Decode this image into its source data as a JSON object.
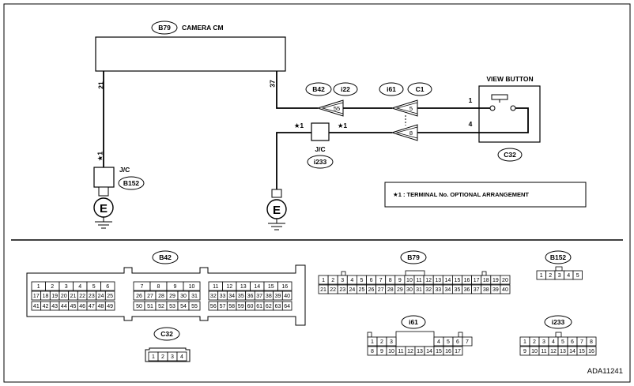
{
  "labels": {
    "camera_conn_id": "B79",
    "camera_name": "CAMERA CM",
    "wire_21": "21",
    "wire_37": "37",
    "b42_id": "B42",
    "i22_id": "i22",
    "i61_id": "i61",
    "c1_id": "C1",
    "view_button": "VIEW BUTTON",
    "vb_pin1": "1",
    "vb_pin4": "4",
    "c32_id": "C32",
    "tri_55": "55",
    "tri_5": "5",
    "tri_8": "8",
    "star1": "★1",
    "jc_left": "J/C",
    "b152_id": "B152",
    "jc_mid": "J/C",
    "i233_id": "i233",
    "ground": "E",
    "legend": "★1 : TERMINAL No. OPTIONAL ARRANGEMENT",
    "figure_code": "ADA11241"
  },
  "connectors": {
    "b42": {
      "id": "B42",
      "sections": [
        {
          "top": [
            "1",
            "2",
            "3",
            "4",
            "5",
            "6"
          ],
          "bottom": [
            "17",
            "18",
            "19",
            "20",
            "21",
            "22",
            "23",
            "24",
            "25"
          ],
          "bottom2": [
            "41",
            "42",
            "43",
            "44",
            "45",
            "46",
            "47",
            "48",
            "49"
          ]
        },
        {
          "top": [
            "7",
            "8",
            "9",
            "10"
          ],
          "bottom": [
            "26",
            "27",
            "28",
            "29",
            "30",
            "31"
          ],
          "bottom2": [
            "50",
            "51",
            "52",
            "53",
            "54",
            "55"
          ]
        },
        {
          "top": [
            "11",
            "12",
            "13",
            "14",
            "15",
            "16"
          ],
          "bottom": [
            "32",
            "33",
            "34",
            "35",
            "36",
            "37",
            "38",
            "39",
            "40"
          ],
          "bottom2": [
            "56",
            "57",
            "58",
            "59",
            "60",
            "61",
            "62",
            "63",
            "64"
          ]
        }
      ]
    },
    "b79": {
      "id": "B79",
      "top": [
        "1",
        "2",
        "3",
        "4",
        "5",
        "6",
        "7",
        "8",
        "9",
        "10",
        "11",
        "12",
        "13",
        "14",
        "15",
        "16",
        "17",
        "18",
        "19",
        "20"
      ],
      "bottom": [
        "21",
        "22",
        "23",
        "24",
        "25",
        "26",
        "27",
        "28",
        "29",
        "30",
        "31",
        "32",
        "33",
        "34",
        "35",
        "36",
        "37",
        "38",
        "39",
        "40"
      ]
    },
    "b152": {
      "id": "B152",
      "pins": [
        "1",
        "2",
        "3",
        "4",
        "5"
      ]
    },
    "c32": {
      "id": "C32",
      "pins": [
        "1",
        "2",
        "3",
        "4"
      ]
    },
    "i61": {
      "id": "i61",
      "top_left": [
        "1",
        "2",
        "3"
      ],
      "top_right": [
        "4",
        "5",
        "6",
        "7"
      ],
      "bottom": [
        "8",
        "9",
        "10",
        "11",
        "12",
        "13",
        "14",
        "15",
        "16",
        "17"
      ]
    },
    "i233": {
      "id": "i233",
      "top": [
        "1",
        "2",
        "3",
        "4",
        "5",
        "6",
        "7",
        "8"
      ],
      "bottom": [
        "9",
        "10",
        "11",
        "12",
        "13",
        "14",
        "15",
        "16"
      ]
    }
  }
}
